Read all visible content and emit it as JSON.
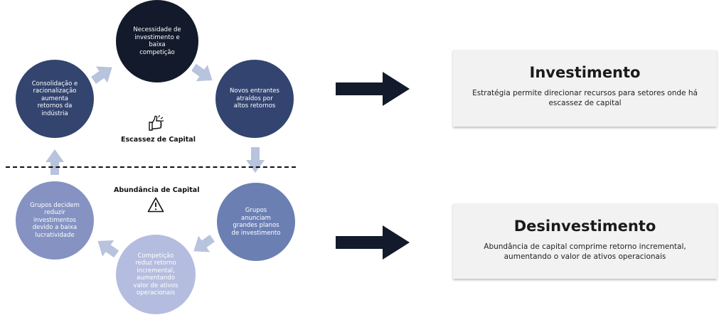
{
  "cycle": {
    "nodes": [
      {
        "text": "Necessidade de\ninvestimento e\nbaixa\ncompetição"
      },
      {
        "text": "Novos entrantes\natraídos por\naltos retornos"
      },
      {
        "text": "Grupos\nanunciam\ngrandes planos\nde investimento"
      },
      {
        "text": "Competição\nreduz retorno\nincremental,\naumentando\nvalor de ativos\noperacionais"
      },
      {
        "text": "Grupos decidem\nreduzir\ninvestimentos\ndevido a baixa\nlucratividade"
      },
      {
        "text": "Consolidação e\nracionalização\naumenta\nretornos da\nindústria"
      }
    ],
    "upper_label": "Escassez de Capital",
    "lower_label": "Abundância de Capital",
    "upper_icon": "thumbs-up-icon",
    "lower_icon": "warning-icon"
  },
  "panels": [
    {
      "title": "Investimento",
      "description": "Estratégia permite direcionar recursos para setores onde há\nescassez de capital"
    },
    {
      "title": "Desinvestimento",
      "description": "Abundância de capital comprime retorno incremental,\naumentando o valor de ativos operacionais"
    }
  ],
  "colors": {
    "node_dark": "#121a2b",
    "node_mid": "#334471",
    "node_light": "#8592c2",
    "node_lightest": "#b4bddf",
    "arrow_cycle": "#b8c3dd",
    "arrow_big": "#121a2b",
    "panel_bg": "#f2f2f2"
  }
}
